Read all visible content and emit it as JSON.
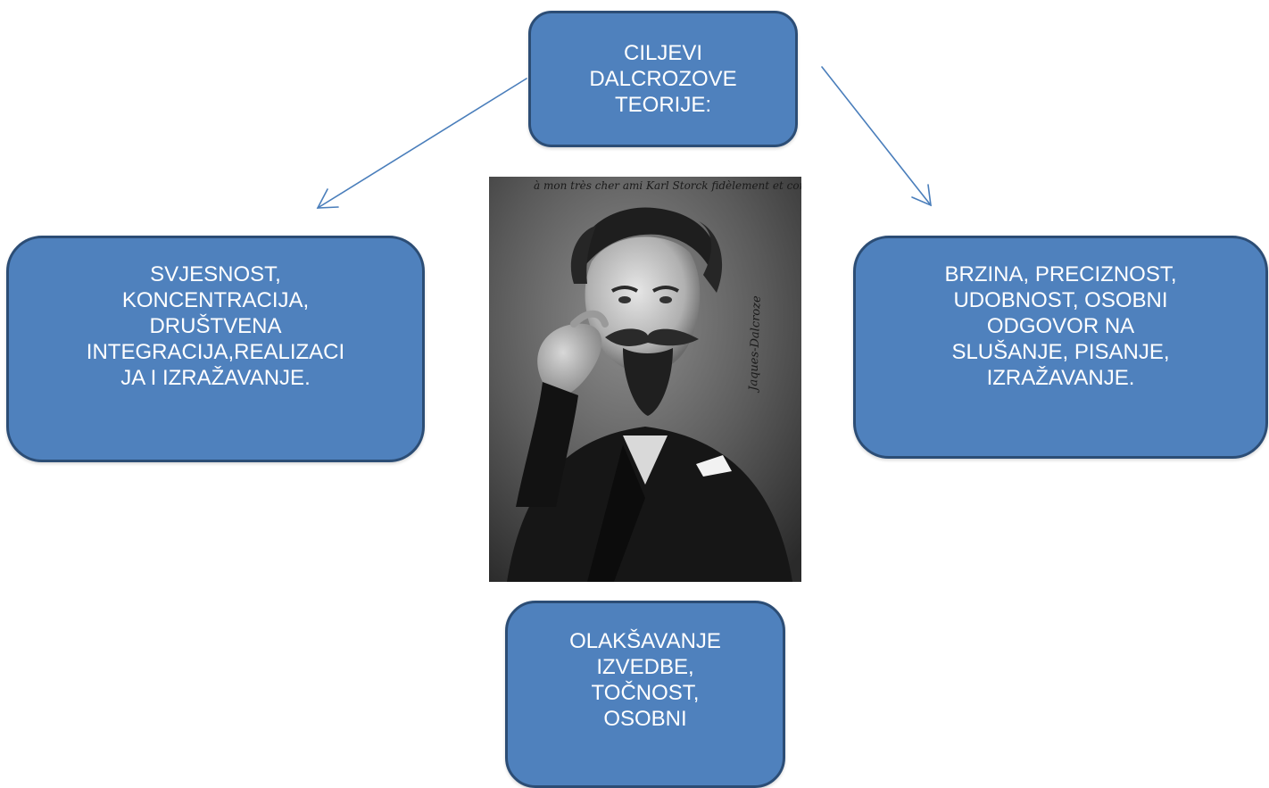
{
  "nodes": {
    "top": "CILJEVI\nDALCROZOVE\nTEORIJE:",
    "left": "SVJESNOST,\nKONCENTRACIJA,\nDRUŠTVENA\nINTEGRACIJA,REALIZACI\nJA I IZRAŽAVANJE.",
    "right": "BRZINA, PRECIZNOST,\nUDOBNOST, OSOBNI\nODGOVOR NA\nSLUŠANJE, PISANJE,\nIZRAŽAVANJE.",
    "bottom": "OLAKŠAVANJE\nIZVEDBE,\nTOČNOST,\nOSOBNI"
  },
  "portrait": {
    "inscription": "à mon très cher ami Karl Storck fidèlement et cordialement",
    "signature": "Jaques-Dalcroze"
  },
  "colors": {
    "box_fill": "#4f81bd",
    "box_border": "#2c4d75",
    "box_text": "#ffffff",
    "arrow": "#4a7ebb"
  }
}
